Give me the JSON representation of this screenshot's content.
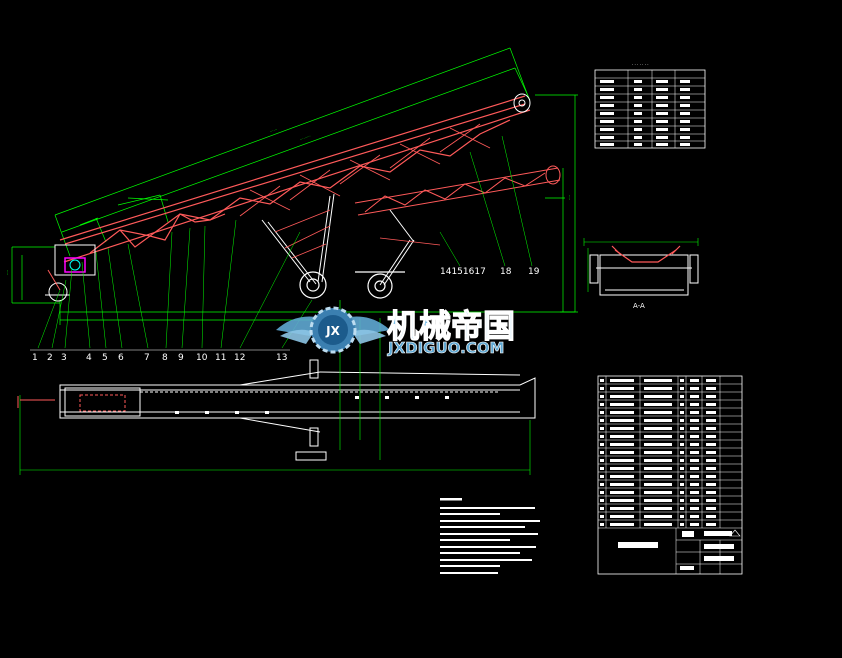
{
  "drawing": {
    "callouts": [
      "1",
      "2",
      "3",
      "4",
      "5",
      "6",
      "7",
      "8",
      "9",
      "10",
      "11",
      "12",
      "13",
      "14151617",
      "18",
      "19"
    ],
    "section_label": "A-A"
  },
  "watermark": {
    "cn": "机械帝国",
    "en": "JXDIGUO.COM",
    "emblem": "JX"
  },
  "colors": {
    "background": "#000000",
    "frame": "#ff5a5a",
    "dimension": "#00ff00",
    "outline": "#ffffff",
    "accent": "#ff00ff",
    "cyan": "#00ffff",
    "watermark_blue": "#5fa8d3"
  }
}
